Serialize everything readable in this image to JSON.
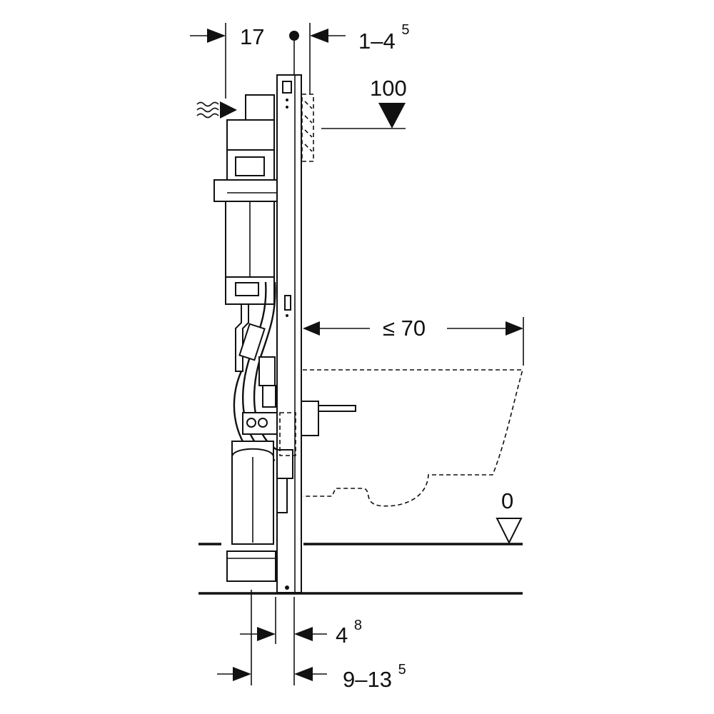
{
  "dimensions": {
    "offset_top": "17",
    "wall_gap_base": "1–4",
    "wall_gap_sup": "5",
    "actuator_height": "100",
    "bowl_projection": "≤ 70",
    "floor_level": "0",
    "frame_offset_base": "4",
    "frame_offset_sup": "8",
    "drain_offset_base": "9–13",
    "drain_offset_sup": "5"
  }
}
